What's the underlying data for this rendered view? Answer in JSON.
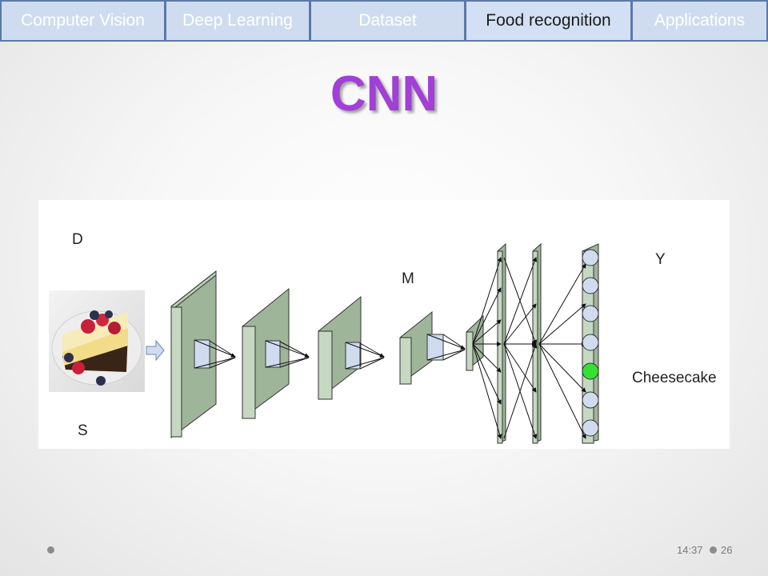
{
  "nav": {
    "tabs": [
      {
        "label": "Computer Vision"
      },
      {
        "label": "Deep Learning"
      },
      {
        "label": "Dataset"
      },
      {
        "label": "Food recognition"
      },
      {
        "label": "Applications"
      }
    ],
    "active": "Food recognition"
  },
  "slide": {
    "title": "CNN"
  },
  "diagram": {
    "label_d": "D",
    "label_s": "S",
    "label_m": "M",
    "label_y": "Y",
    "output_label": "Cheesecake",
    "output_active_index": 4
  },
  "footer": {
    "time": "14:37",
    "page": "26"
  },
  "colors": {
    "title": "#a13fd6",
    "tab_border": "#5b78a8",
    "layer": "#c6d7c2",
    "node_active": "#33e233"
  }
}
